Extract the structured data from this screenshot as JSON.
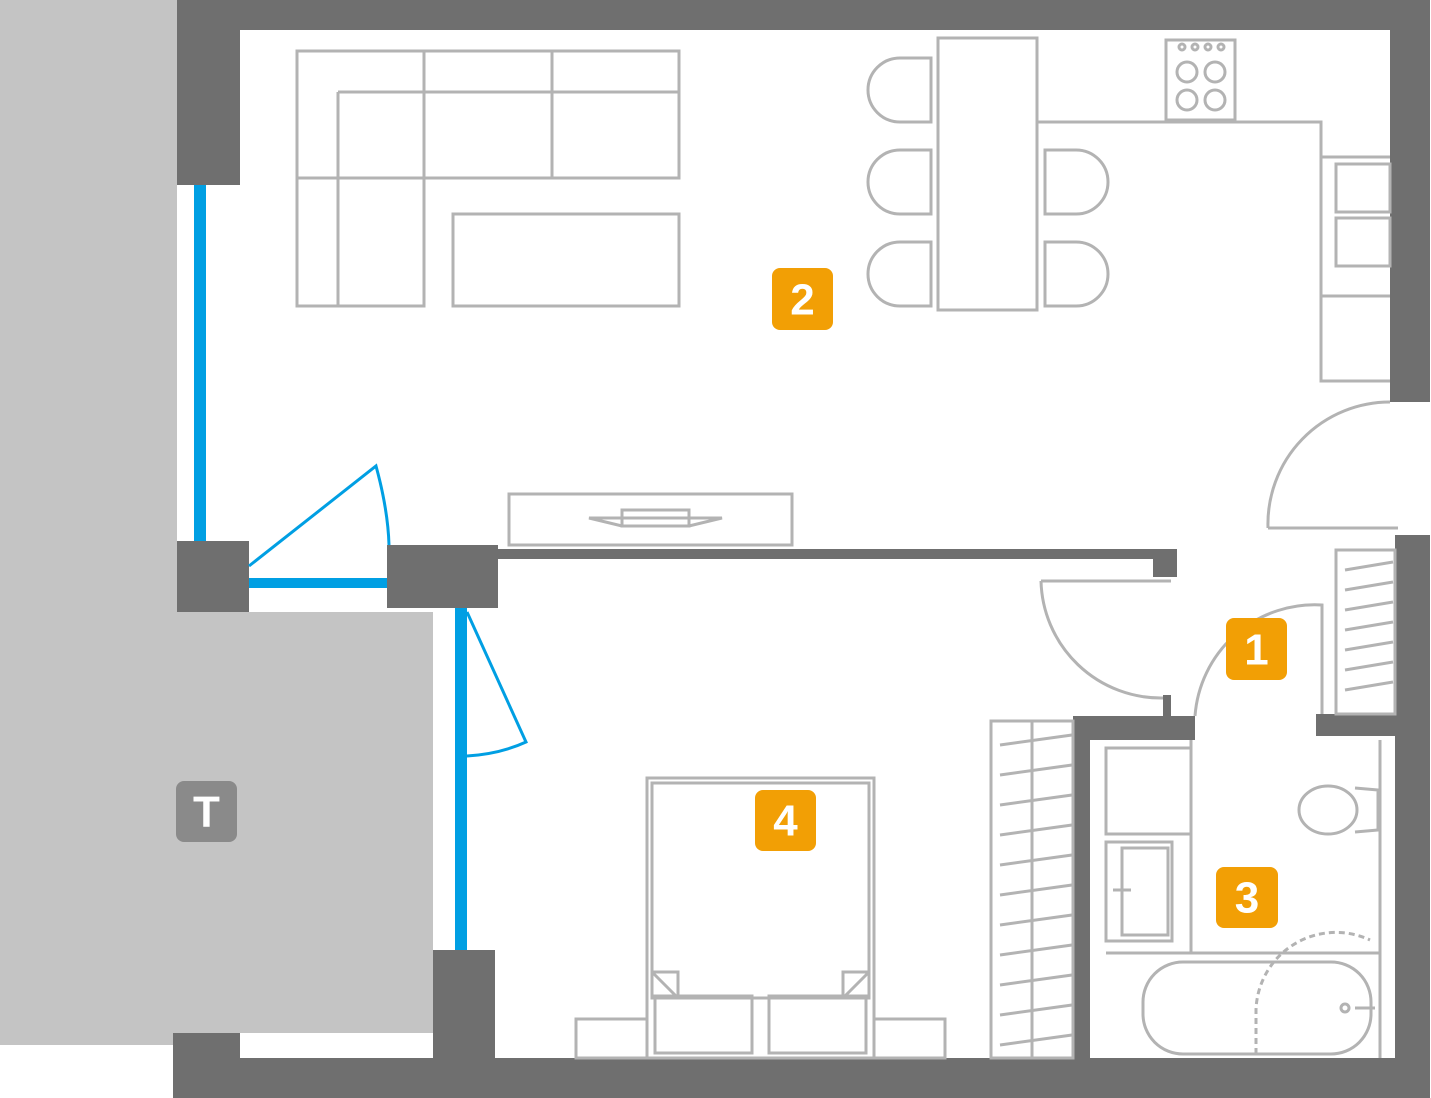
{
  "plan": {
    "rooms": [
      {
        "id": "hall",
        "label": "1"
      },
      {
        "id": "living-kitchen",
        "label": "2"
      },
      {
        "id": "bathroom",
        "label": "3"
      },
      {
        "id": "bedroom",
        "label": "4"
      },
      {
        "id": "terrace",
        "label": "T"
      }
    ],
    "colors": {
      "wall": "#6f6f6f",
      "terrace": "#c4c4c4",
      "window": "#009fe3",
      "room_badge": "#f29f05",
      "terrace_badge": "#8a8a8a",
      "furniture": "#b3b3b3"
    }
  }
}
